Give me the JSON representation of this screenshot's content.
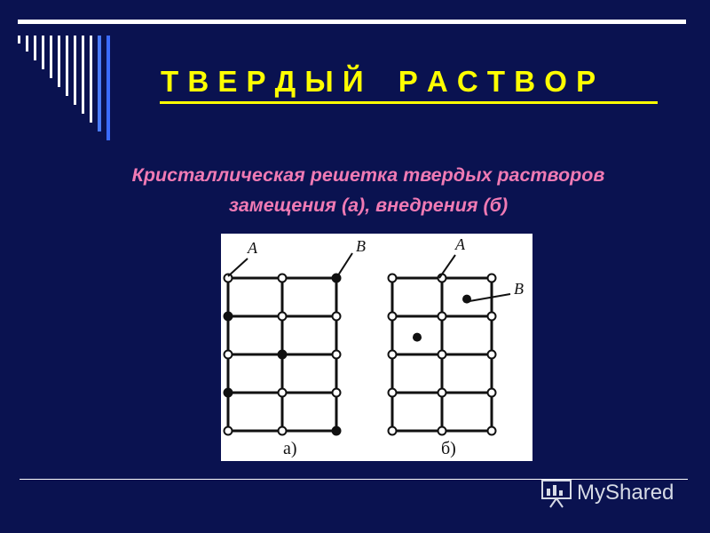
{
  "slide": {
    "title": "Т В Е Р Д Ы Й    Р А С Т В О Р",
    "subtitle_line1": "Кристаллическая решетка твердых растворов",
    "subtitle_line2": "замещения (а), внедрения (б)",
    "colors": {
      "background": "#0a1250",
      "title": "#ffff00",
      "subtitle": "#f07ab4",
      "rules": "#ffffff",
      "stripes_light": "#ffffff",
      "stripes_blue": "#3b6cff"
    }
  },
  "figure": {
    "label_a_atom": "A",
    "label_b_atom": "B",
    "caption_left": "а)",
    "caption_right": "б)",
    "lattice_left": {
      "type": "substitution",
      "rows": 5,
      "cols": 3,
      "filled_nodes": [
        [
          0,
          2
        ],
        [
          1,
          0
        ],
        [
          2,
          1
        ],
        [
          3,
          0
        ],
        [
          4,
          2
        ]
      ]
    },
    "lattice_right": {
      "type": "interstitial",
      "rows": 5,
      "cols": 3,
      "interstitial_atoms": [
        [
          0,
          1
        ],
        [
          1,
          0
        ]
      ]
    }
  },
  "watermark": {
    "text": "MyShared",
    "icon": "presentation-board-icon"
  }
}
